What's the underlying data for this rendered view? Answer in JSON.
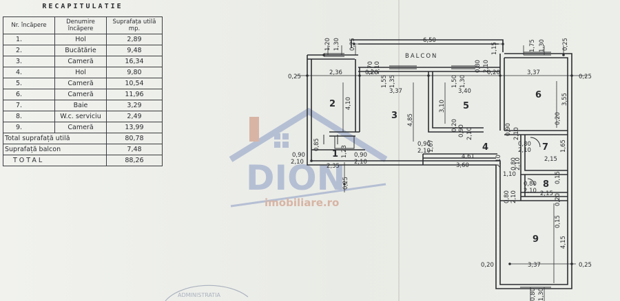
{
  "recap": {
    "title": "RECAPITULATIE",
    "headers": [
      "Nr. încăpere",
      "Denumire încăpere",
      "Suprafața utilă mp."
    ],
    "rows": [
      {
        "nr": "1.",
        "name": "Hol",
        "area": "2,89"
      },
      {
        "nr": "2.",
        "name": "Bucătărie",
        "area": "9,48"
      },
      {
        "nr": "3.",
        "name": "Cameră",
        "area": "16,34"
      },
      {
        "nr": "4.",
        "name": "Hol",
        "area": "9,80"
      },
      {
        "nr": "5.",
        "name": "Cameră",
        "area": "10,54"
      },
      {
        "nr": "6.",
        "name": "Cameră",
        "area": "11,96"
      },
      {
        "nr": "7.",
        "name": "Baie",
        "area": "3,29"
      },
      {
        "nr": "8.",
        "name": "W.c. serviciu",
        "area": "2,49"
      },
      {
        "nr": "9.",
        "name": "Cameră",
        "area": "13,99"
      }
    ],
    "totals": [
      {
        "label": "Total suprafață utilă",
        "value": "80,78"
      },
      {
        "label": "Suprafață balcon",
        "value": "7,48"
      },
      {
        "label": "TOTAL",
        "value": "88,26"
      }
    ]
  },
  "plan": {
    "balcony_label": "BALCON",
    "rooms": {
      "r1": "1",
      "r2": "2",
      "r3": "3",
      "r4": "4",
      "r5": "5",
      "r6": "6",
      "r7": "7",
      "r8": "8",
      "r9": "9"
    },
    "dims": {
      "top_650": "6,50",
      "top_120": "1,20",
      "top_130a": "1,30",
      "top_025a": "0,25",
      "top_115": "1,15",
      "top_175": "1,75",
      "top_130b": "1,30",
      "top_025b": "0,25",
      "left_025": "0,25",
      "w_236": "2,36",
      "w_020a": "0,20",
      "w_337a": "3,37",
      "w_340a": "3,40",
      "w_020b": "0,20",
      "w_337b": "3,37",
      "right_025a": "0,25",
      "v_070": "0,70",
      "v_210a": "2,10",
      "v_155": "1,55",
      "v_135": "1,35",
      "v_150": "1,50",
      "v_130c": "1,30",
      "v_080a": "0,80",
      "v_210b": "2,10",
      "v_410": "4,10",
      "v_485": "4,85",
      "v_310": "3,10",
      "v_355": "3,55",
      "v_020c": "0,20",
      "v_020d": "0,20",
      "d_090a": "0,90",
      "d_210c": "2,10",
      "d_090b": "0,90",
      "d_210d": "2,10",
      "d_080b": "0,80",
      "d_210e": "2,10",
      "d_080c": "0,80",
      "d_210f": "2,10",
      "d_215a": "2,15",
      "d_165": "1,65",
      "h1_090": "0,90",
      "h1_085": "0,85",
      "h1_210": "2,10",
      "h1_090b": "0,90",
      "h1_210b": "2,10",
      "h1_235": "2,35",
      "h1_123": "1,23",
      "h1_025": "0,25",
      "h4_090": "0,90",
      "h4_210": "2,10",
      "h4_167": "1,67",
      "h4_461": "4,61",
      "h4_360": "3,60",
      "h4_210b": "2,10",
      "r8_110": "1,10",
      "r8_080": "0,80",
      "r8_210": "2,10",
      "r8_080b": "0,80",
      "r8_210b": "2,10",
      "r8_215": "2,15",
      "r8_015": "0,15",
      "r8_020": "0,20",
      "r9_020": "0,20",
      "r9_337": "3,37",
      "r9_025": "0,25",
      "r9_415": "4,15",
      "r9_015": "0,15",
      "bot_080": "0,80",
      "bot_130": "1,30"
    }
  },
  "watermark": {
    "brand": "DION",
    "site": "imobiliare.ro"
  },
  "stamp": {
    "text": "ADMINISTRATIA"
  },
  "colors": {
    "ink": "#2b2d30",
    "watermark": "#8a9bc4",
    "watermark_red": "#c9876f",
    "paper": "#eef0ec"
  }
}
